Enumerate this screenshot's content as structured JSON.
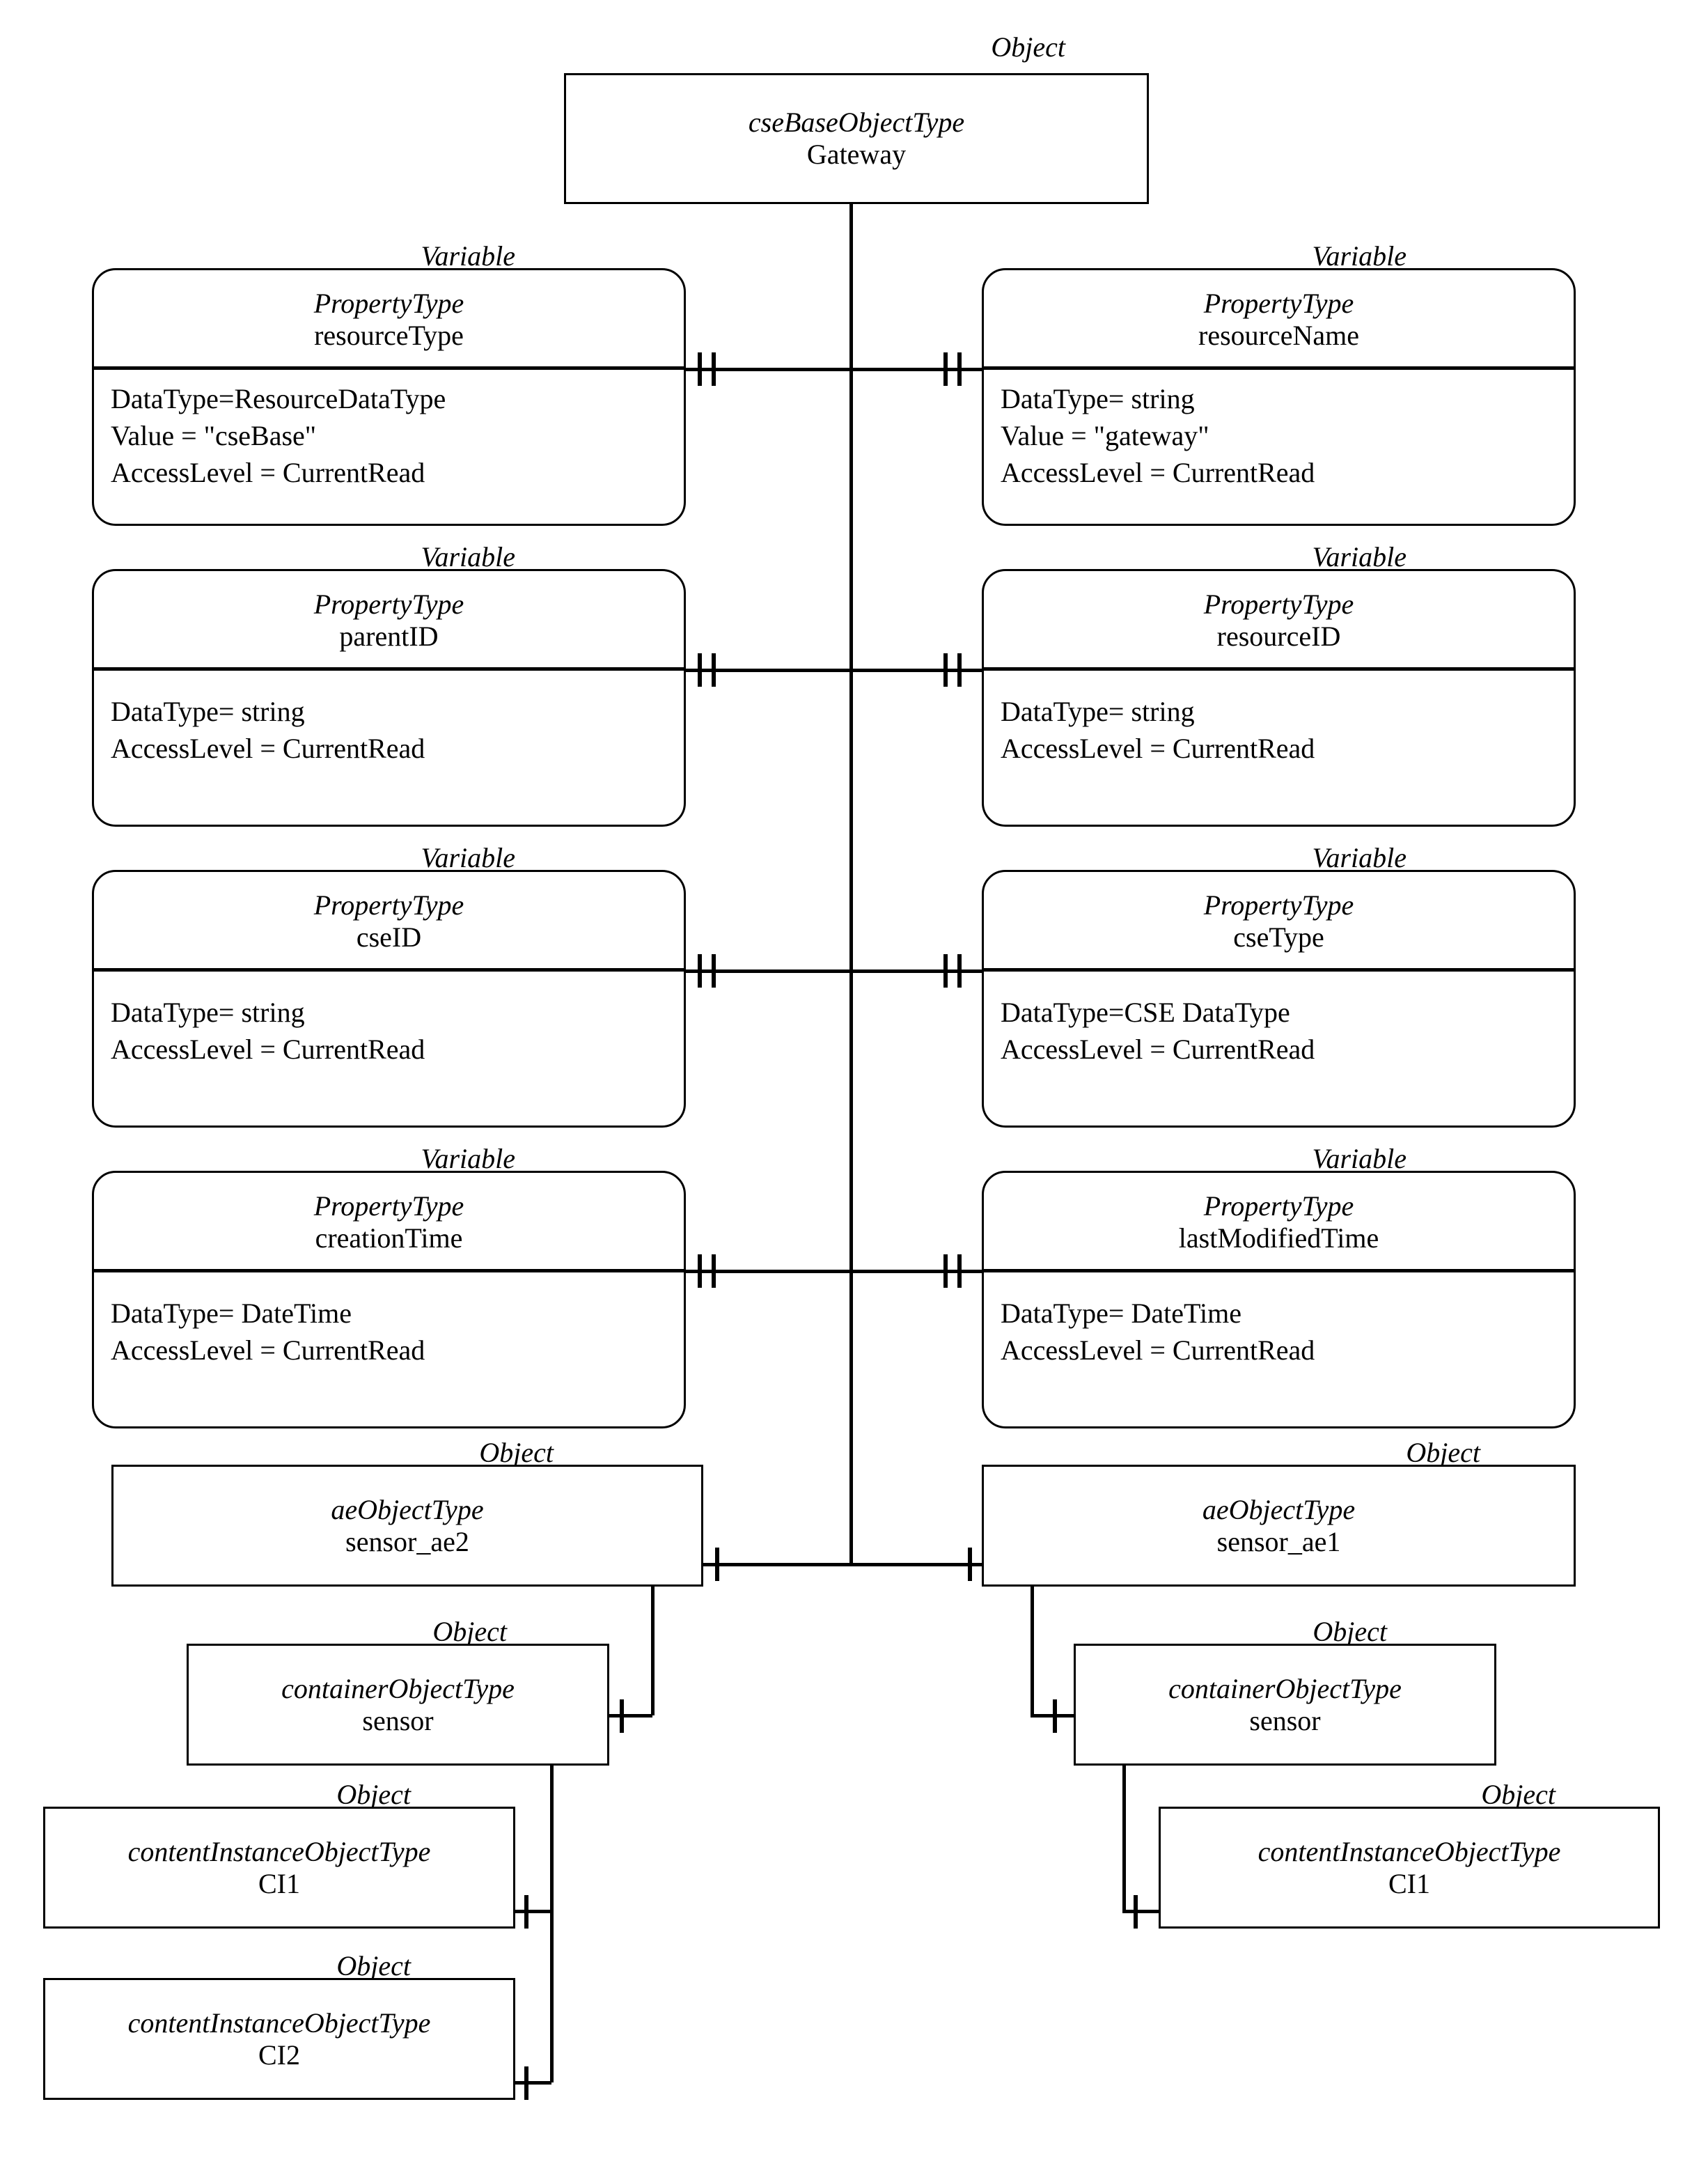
{
  "diagram": {
    "kind": "opc-ua-information-model",
    "stereotypes": {
      "object": "Object",
      "variable": "Variable"
    },
    "root": {
      "stereotype": "Object",
      "type": "cseBaseObjectType",
      "name": "Gateway"
    },
    "variables": [
      {
        "stereotype": "Variable",
        "type": "PropertyType",
        "name": "resourceType",
        "attributes": [
          "DataType=ResourceDataType",
          "Value = \"cseBase\"",
          "AccessLevel = CurrentRead"
        ]
      },
      {
        "stereotype": "Variable",
        "type": "PropertyType",
        "name": "resourceName",
        "attributes": [
          "DataType= string",
          "Value = \"gateway\"",
          "AccessLevel = CurrentRead"
        ]
      },
      {
        "stereotype": "Variable",
        "type": "PropertyType",
        "name": "parentID",
        "attributes": [
          "DataType= string",
          "AccessLevel = CurrentRead"
        ]
      },
      {
        "stereotype": "Variable",
        "type": "PropertyType",
        "name": "resourceID",
        "attributes": [
          "DataType= string",
          "AccessLevel = CurrentRead"
        ]
      },
      {
        "stereotype": "Variable",
        "type": "PropertyType",
        "name": "cseID",
        "attributes": [
          "DataType= string",
          "AccessLevel = CurrentRead"
        ]
      },
      {
        "stereotype": "Variable",
        "type": "PropertyType",
        "name": "cseType",
        "attributes": [
          "DataType=CSE DataType",
          "AccessLevel = CurrentRead"
        ]
      },
      {
        "stereotype": "Variable",
        "type": "PropertyType",
        "name": "creationTime",
        "attributes": [
          "DataType= DateTime",
          "AccessLevel = CurrentRead"
        ]
      },
      {
        "stereotype": "Variable",
        "type": "PropertyType",
        "name": "lastModifiedTime",
        "attributes": [
          "DataType= DateTime",
          "AccessLevel = CurrentRead"
        ]
      }
    ],
    "objects": [
      {
        "stereotype": "Object",
        "type": "aeObjectType",
        "name": "sensor_ae2"
      },
      {
        "stereotype": "Object",
        "type": "aeObjectType",
        "name": "sensor_ae1"
      },
      {
        "stereotype": "Object",
        "type": "containerObjectType",
        "name": "sensor"
      },
      {
        "stereotype": "Object",
        "type": "containerObjectType",
        "name": "sensor"
      },
      {
        "stereotype": "Object",
        "type": "contentInstanceObjectType",
        "name": "CI1"
      },
      {
        "stereotype": "Object",
        "type": "contentInstanceObjectType",
        "name": "CI2"
      },
      {
        "stereotype": "Object",
        "type": "contentInstanceObjectType",
        "name": "CI1"
      }
    ]
  }
}
